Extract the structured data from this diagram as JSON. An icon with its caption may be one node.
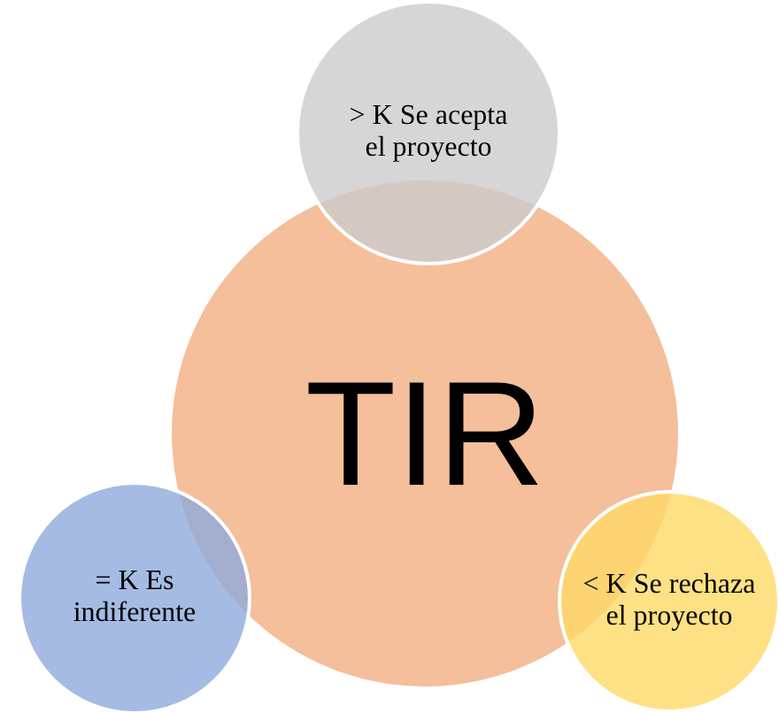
{
  "diagram": {
    "nodes": [
      {
        "text": [
          "TIR"
        ]
      },
      {
        "text": [
          "> K Se acepta el proyecto"
        ]
      },
      {
        "text": [
          "= K Es indiferente"
        ]
      },
      {
        "text": [
          "< K Se rechaza el proyecto"
        ]
      }
    ]
  }
}
